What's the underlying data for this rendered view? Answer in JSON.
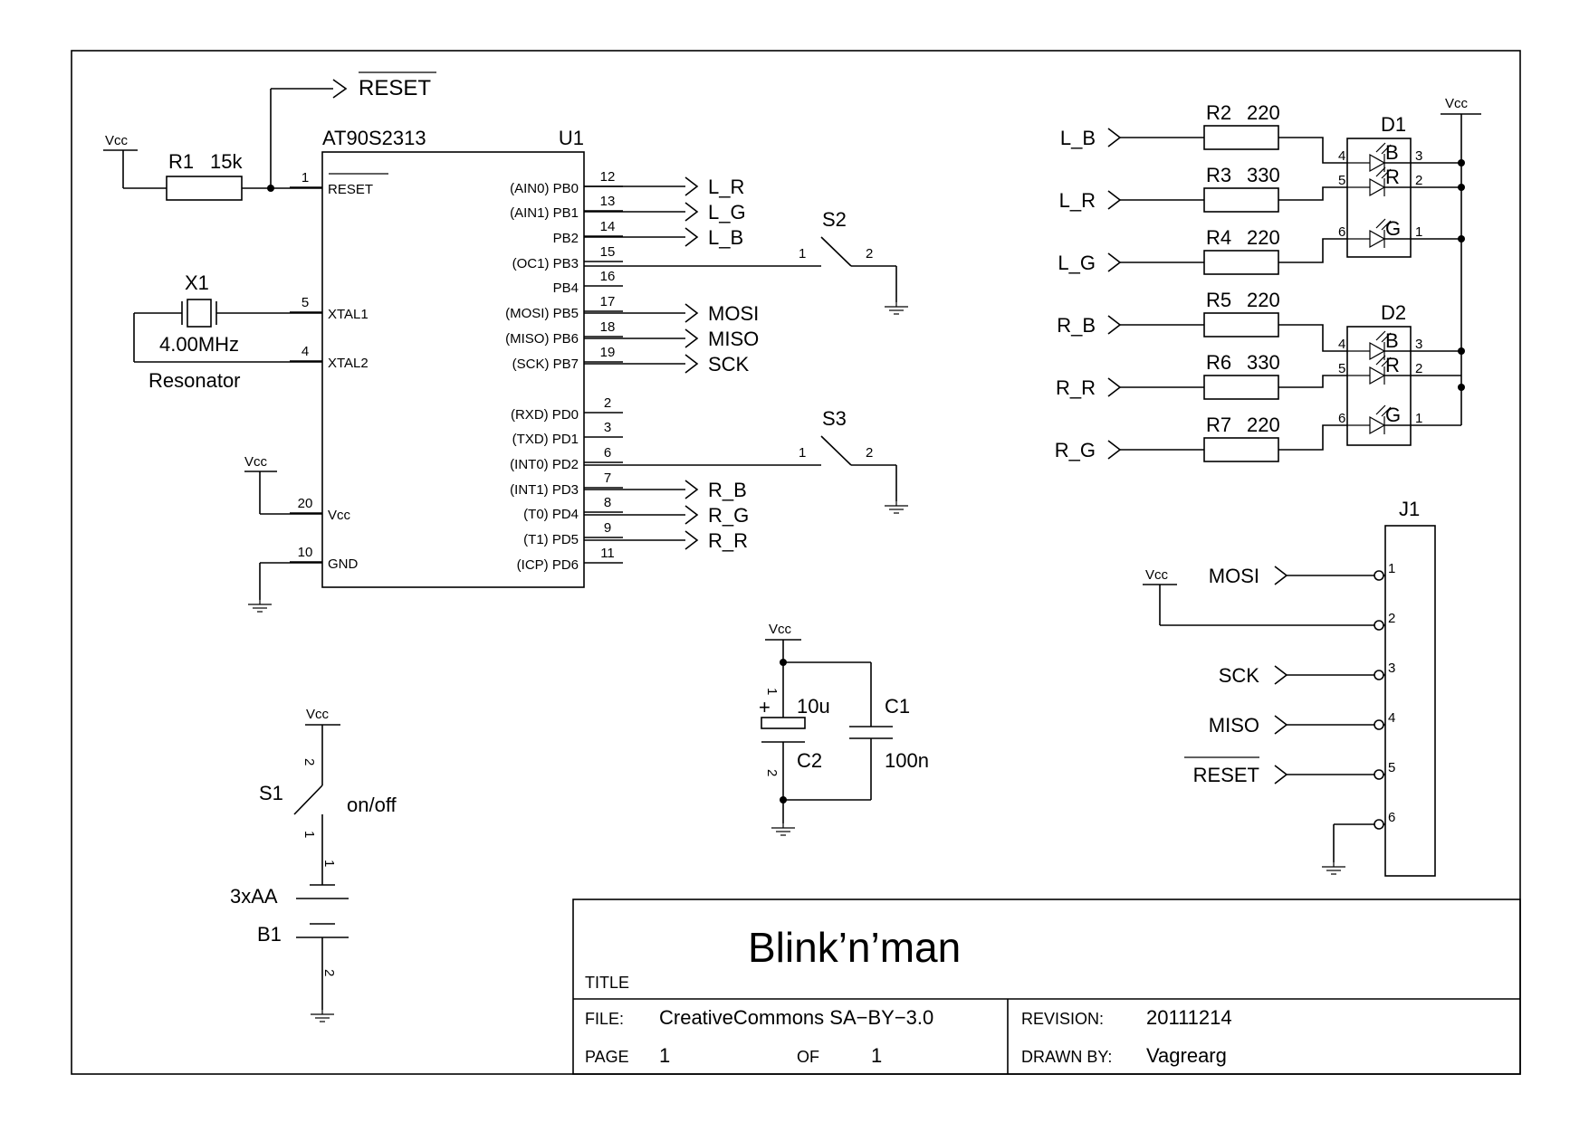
{
  "u1": {
    "part": "AT90S2313",
    "ref": "U1",
    "left_pins": [
      {
        "num": "1",
        "name": "RESET"
      },
      {
        "num": "5",
        "name": "XTAL1"
      },
      {
        "num": "4",
        "name": "XTAL2"
      },
      {
        "num": "20",
        "name": "Vcc"
      },
      {
        "num": "10",
        "name": "GND"
      }
    ],
    "right_pins": [
      {
        "num": "12",
        "name": "(AIN0) PB0"
      },
      {
        "num": "13",
        "name": "(AIN1) PB1"
      },
      {
        "num": "14",
        "name": "PB2"
      },
      {
        "num": "15",
        "name": "(OC1) PB3"
      },
      {
        "num": "16",
        "name": "PB4"
      },
      {
        "num": "17",
        "name": "(MOSI) PB5"
      },
      {
        "num": "18",
        "name": "(MISO) PB6"
      },
      {
        "num": "19",
        "name": "(SCK) PB7"
      },
      {
        "num": "2",
        "name": "(RXD) PD0"
      },
      {
        "num": "3",
        "name": "(TXD) PD1"
      },
      {
        "num": "6",
        "name": "(INT0) PD2"
      },
      {
        "num": "7",
        "name": "(INT1) PD3"
      },
      {
        "num": "8",
        "name": "(T0) PD4"
      },
      {
        "num": "9",
        "name": "(T1) PD5"
      },
      {
        "num": "11",
        "name": "(ICP) PD6"
      }
    ]
  },
  "u1_nets": {
    "pb0": "L_R",
    "pb1": "L_G",
    "pb2": "L_B",
    "pb5": "MOSI",
    "pb6": "MISO",
    "pb7": "SCK",
    "pd3": "R_B",
    "pd4": "R_G",
    "pd5": "R_R"
  },
  "reset_net": "RESET",
  "vcc_label": "Vcc",
  "r1": {
    "ref": "R1",
    "value": "15k"
  },
  "x1": {
    "ref": "X1",
    "value": "4.00MHz",
    "desc": "Resonator"
  },
  "s2": {
    "ref": "S2",
    "pin1": "1",
    "pin2": "2"
  },
  "s3": {
    "ref": "S3",
    "pin1": "1",
    "pin2": "2"
  },
  "s1": {
    "ref": "S1",
    "desc": "on/off",
    "pin1": "1",
    "pin2": "2"
  },
  "b1": {
    "ref": "B1",
    "value": "3xAA",
    "pin1": "1",
    "pin2": "2"
  },
  "c1": {
    "ref": "C1",
    "value": "100n"
  },
  "c2": {
    "ref": "C2",
    "value": "10u",
    "pin1": "1",
    "pin2": "2",
    "plus": "+"
  },
  "led_inputs": [
    "L_B",
    "L_R",
    "L_G",
    "R_B",
    "R_R",
    "R_G"
  ],
  "resistors": [
    {
      "ref": "R2",
      "value": "220"
    },
    {
      "ref": "R3",
      "value": "330"
    },
    {
      "ref": "R4",
      "value": "220"
    },
    {
      "ref": "R5",
      "value": "220"
    },
    {
      "ref": "R6",
      "value": "330"
    },
    {
      "ref": "R7",
      "value": "220"
    }
  ],
  "d1": {
    "ref": "D1",
    "pins": [
      {
        "in": "4",
        "color": "B",
        "out": "3"
      },
      {
        "in": "5",
        "color": "R",
        "out": "2"
      },
      {
        "in": "6",
        "color": "G",
        "out": "1"
      }
    ]
  },
  "d2": {
    "ref": "D2",
    "pins": [
      {
        "in": "4",
        "color": "B",
        "out": "3"
      },
      {
        "in": "5",
        "color": "R",
        "out": "2"
      },
      {
        "in": "6",
        "color": "G",
        "out": "1"
      }
    ]
  },
  "j1": {
    "ref": "J1",
    "pins": [
      "1",
      "2",
      "3",
      "4",
      "5",
      "6"
    ],
    "signals": [
      "MOSI",
      "SCK",
      "MISO",
      "RESET"
    ]
  },
  "title_block": {
    "title_label": "TITLE",
    "title": "Blink’n’man",
    "file_label": "FILE:",
    "file": "CreativeCommons SA−BY−3.0",
    "revision_label": "REVISION:",
    "revision": "20111214",
    "page_label": "PAGE",
    "page": "1",
    "of_label": "OF",
    "of": "1",
    "drawn_label": "DRAWN BY:",
    "drawn": "Vagrearg"
  }
}
